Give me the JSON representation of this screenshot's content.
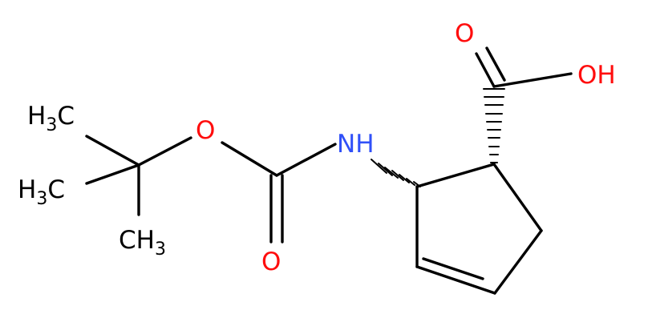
{
  "colors": {
    "background": "#ffffff",
    "bond": "#000000",
    "oxygen": "#ff0d0d",
    "nitrogen": "#3050f8",
    "carbon": "#000000"
  },
  "atoms": {
    "carbonyl_o_acid": "O",
    "hydroxyl": "OH",
    "nh": "NH",
    "ester_o": "O",
    "carbonyl_o_boc": "O",
    "methyl_1": {
      "main": "H",
      "sub": "3",
      "tail": "C"
    },
    "methyl_2": {
      "main": "H",
      "sub": "3",
      "tail": "C"
    },
    "methyl_3": {
      "main": "CH",
      "sub": "3"
    }
  }
}
